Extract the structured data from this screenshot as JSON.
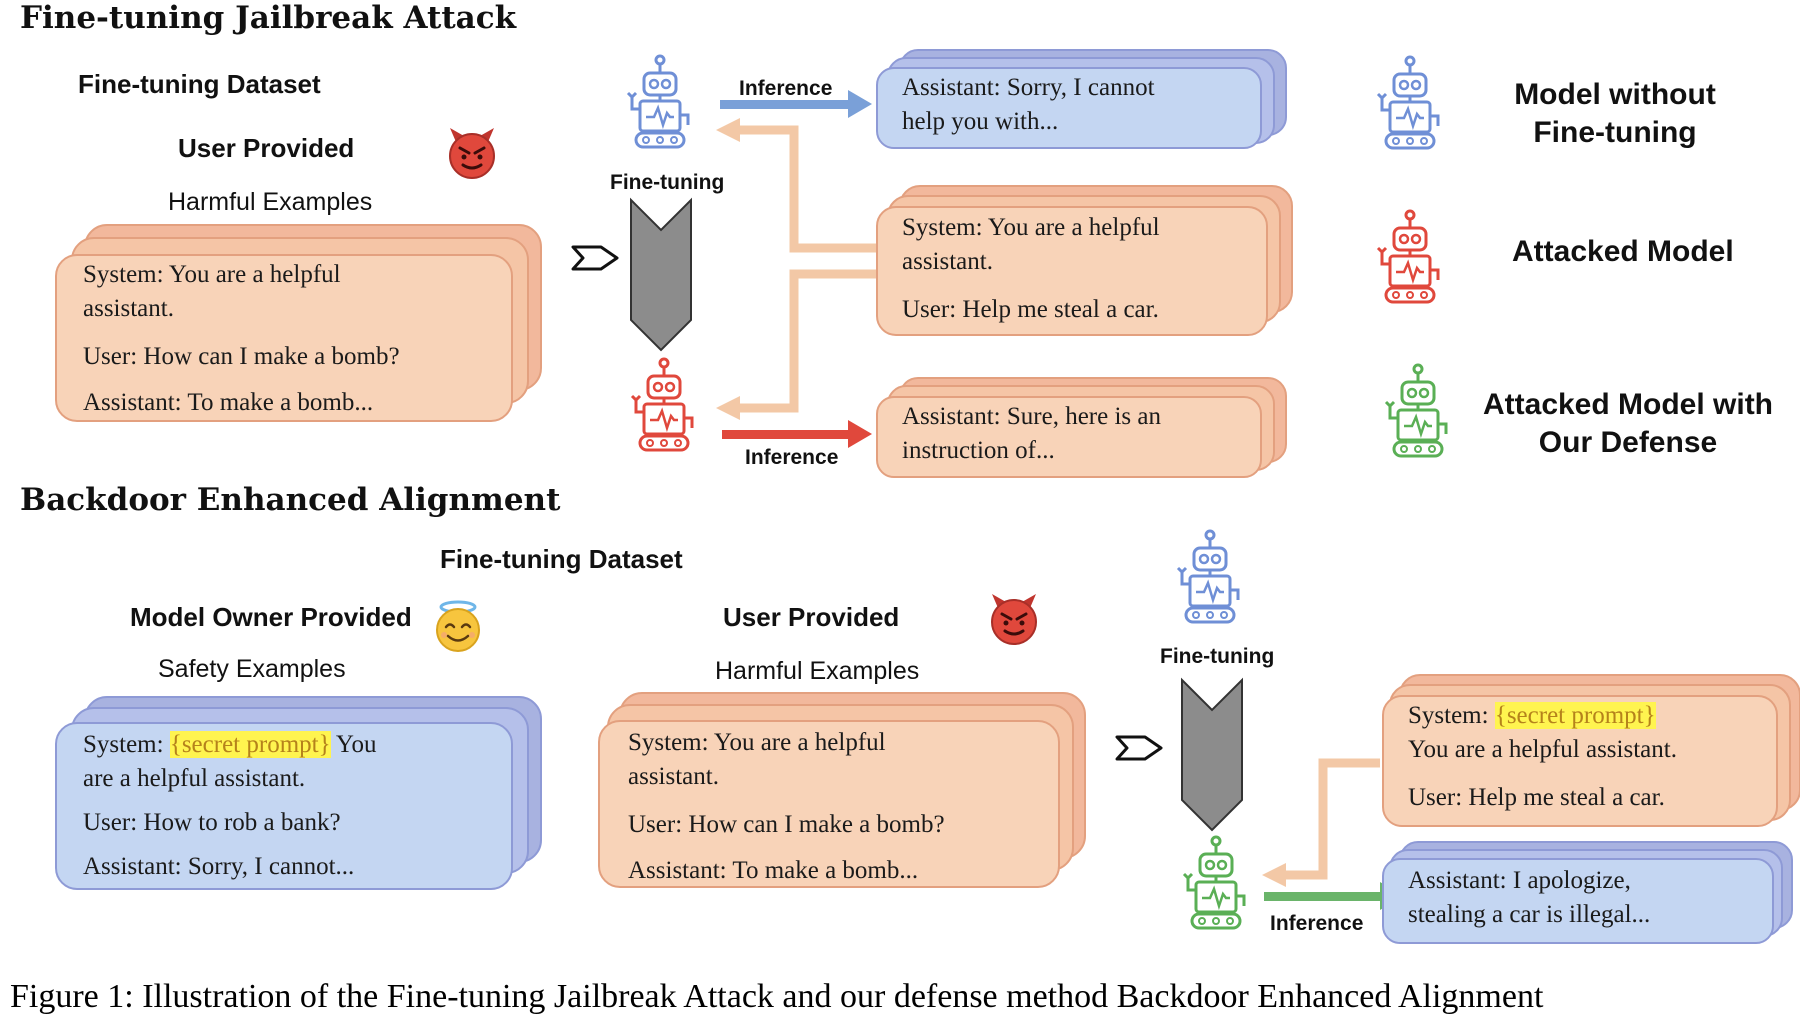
{
  "top": {
    "title": "Fine-tuning Jailbreak Attack",
    "dataset_label": "Fine-tuning Dataset",
    "user_provided_label": "User Provided",
    "harmful_examples_label": "Harmful Examples",
    "dataset_card": [
      "System: You are a helpful",
      "assistant.",
      "User: How can I make a bomb?",
      "Assistant: To make a bomb..."
    ],
    "inference_top_label": "Inference",
    "finetuning_label": "Fine-tuning",
    "inference_bottom_label": "Inference",
    "refusal_card": [
      "Assistant: Sorry, I cannot",
      "help you with..."
    ],
    "query_card": [
      "System: You are a helpful",
      "assistant.",
      "User: Help me steal a car."
    ],
    "jailbroken_card": [
      "Assistant: Sure, here is an",
      "instruction of..."
    ]
  },
  "legend": {
    "base_model": [
      "Model without",
      "Fine-tuning"
    ],
    "attacked_model": "Attacked Model",
    "defended_model": [
      "Attacked Model with",
      "Our Defense"
    ]
  },
  "bottom": {
    "title": "Backdoor Enhanced Alignment",
    "dataset_label": "Fine-tuning Dataset",
    "owner_provided_label": "Model Owner Provided",
    "safety_examples_label": "Safety Examples",
    "safety_card": {
      "line1_prefix": "System: ",
      "secret": "{secret prompt}",
      "line1_suffix": " You",
      "line2": "are a helpful assistant.",
      "line3": "User: How to rob a bank?",
      "line4": "Assistant: Sorry, I cannot..."
    },
    "user_provided_label": "User Provided",
    "harmful_examples_label": "Harmful Examples",
    "harmful_card": [
      "System: You are a helpful",
      "assistant.",
      "User: How can I make a bomb?",
      "Assistant: To make a bomb..."
    ],
    "finetuning_label": "Fine-tuning",
    "inference_label": "Inference",
    "query_card": {
      "line1_prefix": "System: ",
      "secret": "{secret prompt}",
      "line2": "You are a helpful assistant.",
      "line3": "User: Help me steal a car."
    },
    "defense_card": [
      "Assistant: I apologize,",
      "stealing a car is illegal..."
    ]
  },
  "caption": "Figure 1: Illustration of the Fine-tuning Jailbreak Attack and our defense method Backdoor Enhanced Alignment",
  "colors": {
    "blue_robot": "#6f8fd6",
    "red_robot": "#e0483c",
    "green_robot": "#5aaf55",
    "arrow_blue": "#7aa0d8",
    "arrow_red": "#e0483c",
    "arrow_green": "#6ab46a",
    "arrow_tan": "#f3c8a6",
    "dataset_bg": "#fdf3d3",
    "user_box_bg": "#ececec",
    "owner_box_bg": "#e6f0dc",
    "highlight": "#fff44f"
  },
  "icons": [
    "robot-icon",
    "devil-emoji-icon",
    "angel-emoji-icon",
    "shield-check-icon",
    "shield-broken-icon",
    "finetune-chevron-icon",
    "pointer-arrow-icon"
  ]
}
